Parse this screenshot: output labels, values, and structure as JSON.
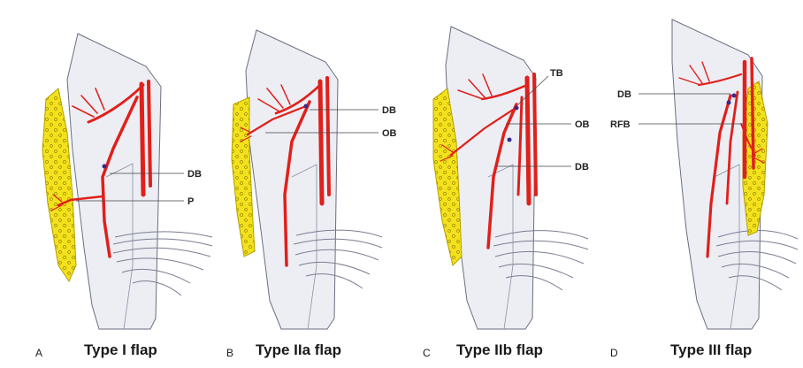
{
  "panels": [
    {
      "letter": "A",
      "title": "Type I flap",
      "labels": [
        "DB",
        "P"
      ]
    },
    {
      "letter": "B",
      "title": "Type IIa flap",
      "labels": [
        "DB",
        "OB"
      ]
    },
    {
      "letter": "C",
      "title": "Type IIb flap",
      "labels": [
        "TB",
        "OB",
        "DB"
      ]
    },
    {
      "letter": "D",
      "title": "Type III flap",
      "labels": [
        "DB",
        "RFB"
      ]
    }
  ],
  "colors": {
    "vessel": "#e0201b",
    "flap": "#f2e11c",
    "flap_outline": "#b8a000",
    "bone": "#eceef4",
    "outline": "#6a6e80"
  }
}
